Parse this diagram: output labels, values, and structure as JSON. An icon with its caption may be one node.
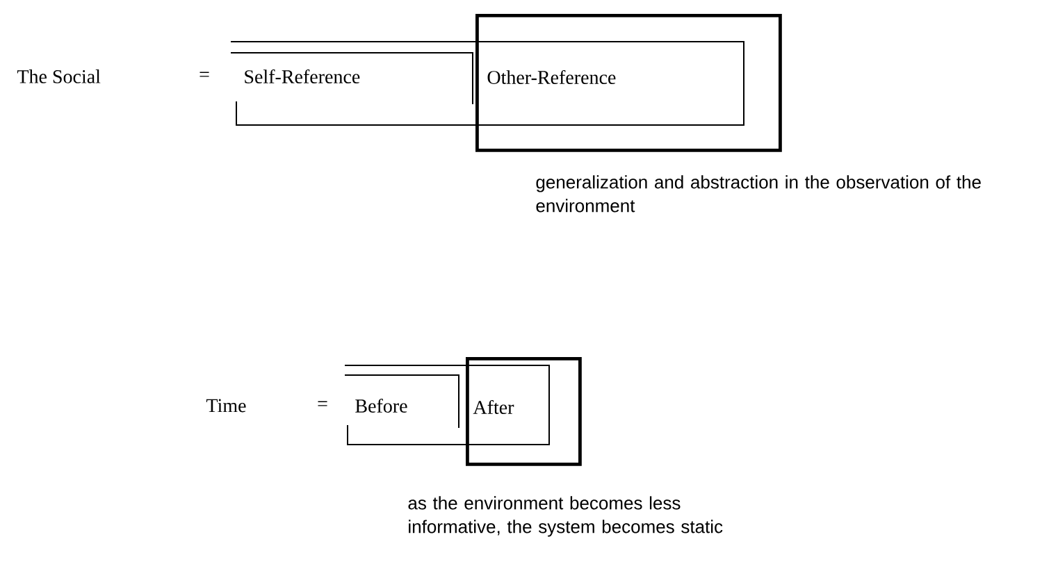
{
  "diagram": {
    "nodes": [
      {
        "text": [
          "Other-Reference"
        ]
      },
      {
        "text": [
          "After"
        ]
      }
    ],
    "labels": [
      "The Social",
      "=",
      "Self-Reference",
      "generalization and abstraction in the observation of the environment",
      "Time",
      "=",
      "Before",
      "as the environment becomes less informative, the system becomes static"
    ]
  }
}
